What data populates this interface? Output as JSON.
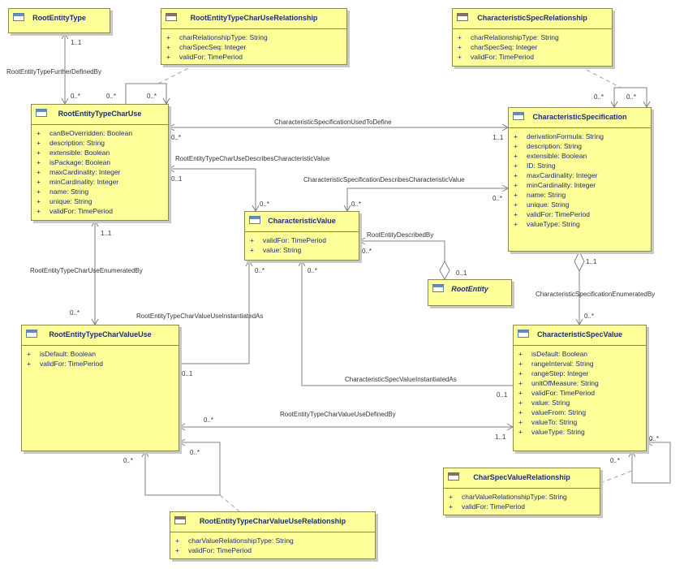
{
  "classes": {
    "rootEntityType": {
      "name": "RootEntityType",
      "attributes": []
    },
    "rootEntityTypeCharUseRelationship": {
      "name": "RootEntityTypeCharUseRelationship",
      "attributes": [
        "charRelationshipType: String",
        "charSpecSeq: Integer",
        "validFor: TimePeriod"
      ]
    },
    "characteristicSpecRelationship": {
      "name": "CharacteristicSpecRelationship",
      "attributes": [
        "charRelationshipType: String",
        "charSpecSeq: Integer",
        "validFor: TimePeriod"
      ]
    },
    "rootEntityTypeCharUse": {
      "name": "RootEntityTypeCharUse",
      "attributes": [
        "canBeOverridden: Boolean",
        "description: String",
        "extensible: Boolean",
        "isPackage: Boolean",
        "maxCardinality: Integer",
        "minCardinality: Integer",
        "name: String",
        "unique: String",
        "validFor: TimePeriod"
      ]
    },
    "characteristicSpecification": {
      "name": "CharacteristicSpecification",
      "attributes": [
        "derivationFormula: String",
        "description: String",
        "extensible: Boolean",
        "ID: String",
        "maxCardinality: Integer",
        "minCardinality: Integer",
        "name: String",
        "unique: String",
        "validFor: TimePeriod",
        "valueType: String"
      ]
    },
    "characteristicValue": {
      "name": "CharacteristicValue",
      "attributes": [
        "validFor: TimePeriod",
        "value: String"
      ]
    },
    "rootEntity": {
      "name": "RootEntity",
      "attributes": []
    },
    "rootEntityTypeCharValueUse": {
      "name": "RootEntityTypeCharValueUse",
      "attributes": [
        "isDefault: Boolean",
        "validFor: TimePeriod"
      ]
    },
    "characteristicSpecValue": {
      "name": "CharacteristicSpecValue",
      "attributes": [
        "isDefault: Boolean",
        "rangeInterval: String",
        "rangeStep: Integer",
        "unitOfMeasure: String",
        "validFor: TimePeriod",
        "value: String",
        "valueFrom: String",
        "valueTo: String",
        "valueType: String"
      ]
    },
    "charSpecValueRelationship": {
      "name": "CharSpecValueRelationship",
      "attributes": [
        "charValueRelationshipType: String",
        "validFor: TimePeriod"
      ]
    },
    "rootEntityTypeCharValueUseRelationship": {
      "name": "RootEntityTypeCharValueUseRelationship",
      "attributes": [
        "charValueRelationshipType: String",
        "validFor: TimePeriod"
      ]
    }
  },
  "associations": {
    "furtherDefinedBy": "RootEntityTypeFurtherDefinedBy",
    "specUsedToDefine": "CharacteristicSpecificationUsedToDefine",
    "charUseDescribesValue": "RootEntityTypeCharUseDescribesCharacteristicValue",
    "specDescribesValue": "CharacteristicSpecificationDescribesCharacteristicValue",
    "rootEntityDescribedBy": "RootEntityDescribedBy",
    "charUseEnumeratedBy": "RootEntityTypeCharUseEnumeratedBy",
    "specEnumeratedBy": "CharacteristicSpecificationEnumeratedBy",
    "charValueUseInstantiatedAs": "RootEntityTypeCharValueUseInstantiatedAs",
    "specValueInstantiatedAs": "CharacteristicSpecValueInstantiatedAs",
    "charValueUseDefinedBy": "RootEntityTypeCharValueUseDefinedBy"
  },
  "multiplicities": {
    "m1": "1..1",
    "m2": "0..*",
    "m3": "0..*",
    "m4": "0..*",
    "m5": "0..*",
    "m6": "0..*",
    "m7": "0..*",
    "m8": "1..1",
    "m9": "0..1",
    "m10": "0..*",
    "m11": "0..*",
    "m12": "0..*",
    "m13": "0..*",
    "m14": "0..1",
    "m15": "1..1",
    "m16": "0..*",
    "m17": "1..1",
    "m18": "0..*",
    "m19": "0..*",
    "m20": "0..1",
    "m21": "0..*",
    "m22": "0..1",
    "m23": "0..*",
    "m24": "1..1",
    "m25": "0..*",
    "m26": "0..*",
    "m27": "0..*",
    "m28": "0..*"
  },
  "attr_prefix": "+"
}
